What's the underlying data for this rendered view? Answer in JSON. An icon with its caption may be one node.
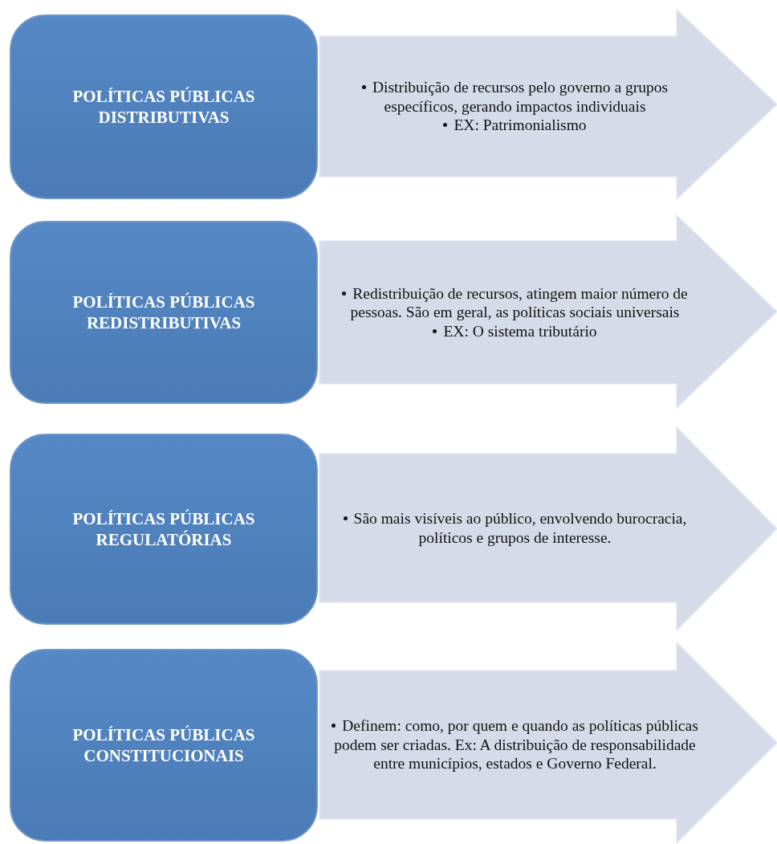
{
  "diagram": {
    "nodes": [
      {
        "text": [
          "POLÍTICAS PÚBLICAS DISTRIBUTIVAS"
        ]
      },
      {
        "text": [
          "Distribuição de recursos pelo governo a grupos específicos, gerando impactos individuais",
          "EX: Patrimonialismo"
        ]
      },
      {
        "text": [
          "POLÍTICAS PÚBLICAS REDISTRIBUTIVAS"
        ]
      },
      {
        "text": [
          "Redistribuição de recursos, atingem maior número de pessoas. São em geral, as políticas sociais universais",
          "EX: O sistema tributário"
        ]
      },
      {
        "text": [
          "POLÍTICAS PÚBLICAS REGULATÓRIAS"
        ]
      },
      {
        "text": [
          "São mais visíveis ao público, envolvendo burocracia, políticos e grupos de interesse."
        ]
      },
      {
        "text": [
          "POLÍTICAS PÚBLICAS CONSTITUCIONAIS"
        ]
      },
      {
        "text": [
          "Definem: como, por quem e quando as políticas públicas podem ser criadas. Ex: A distribuição de responsabilidade entre municípios, estados e Governo Federal."
        ]
      }
    ]
  }
}
